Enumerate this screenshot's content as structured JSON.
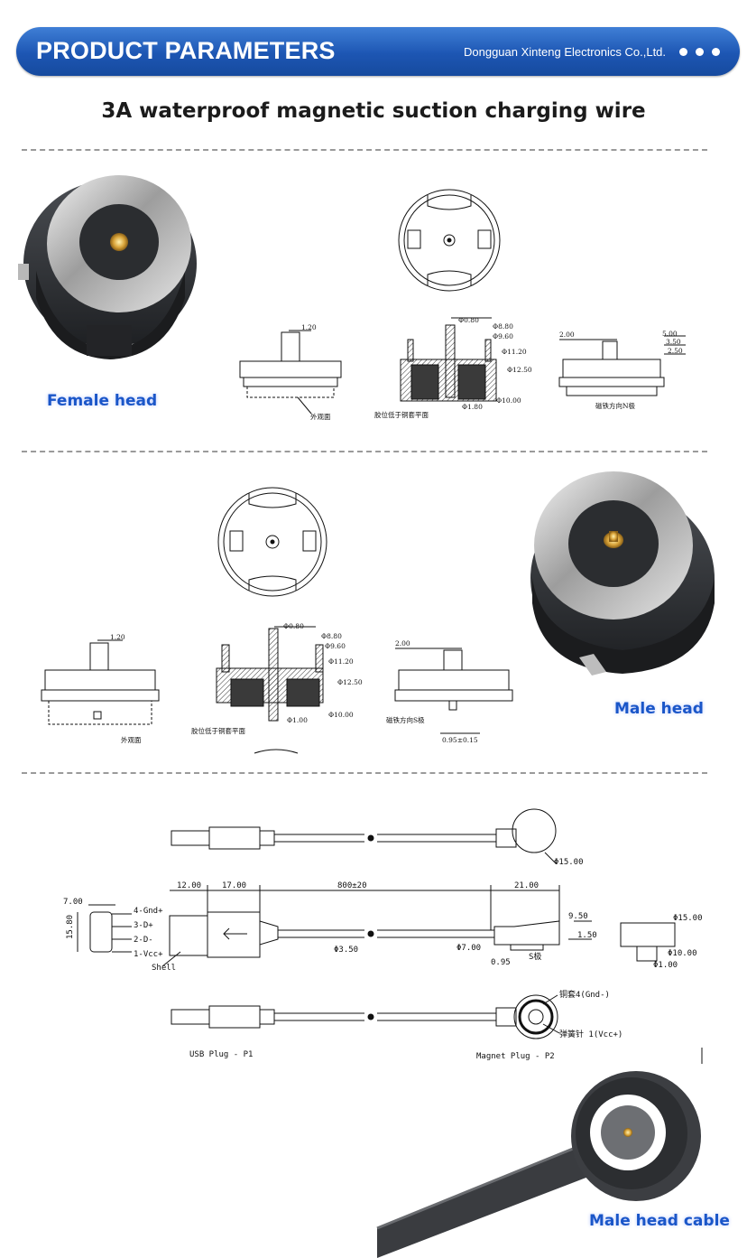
{
  "header": {
    "title": "PRODUCT PARAMETERS",
    "company": "Dongguan Xinteng Electronics Co.,Ltd."
  },
  "page_title": "3A waterproof magnetic suction charging wire",
  "female": {
    "label": "Female head",
    "dims": {
      "d1": "1.20",
      "pin": "Φ0.80",
      "a": "Φ8.80",
      "b": "Φ9.60",
      "c": "Φ11.20",
      "d": "Φ12.50",
      "e": "Φ10.00",
      "f": "Φ1.80",
      "side1": "2.00",
      "side2": "5.00",
      "side3": "3.50",
      "side4": "2.50"
    },
    "notes": {
      "surface": "外观面",
      "glue": "胶位低于铜套平面",
      "magnet": "磁铁方向N极"
    }
  },
  "male": {
    "label": "Male head",
    "dims": {
      "d1": "1.20",
      "pin": "Φ0.80",
      "a": "Φ8.80",
      "b": "Φ9.60",
      "c": "Φ11.20",
      "d": "Φ12.50",
      "e": "Φ10.00",
      "f": "Φ1.00",
      "side1": "2.00",
      "side2": "0.95±0.15"
    },
    "notes": {
      "surface": "外观面",
      "glue": "胶位低于铜套平面",
      "magnet": "磁铁方向S极"
    }
  },
  "cable": {
    "label": "Male head cable",
    "dims": {
      "head": "Φ15.00",
      "usb_len": "12.00",
      "sleeve": "17.00",
      "length": "800±20",
      "plug_len": "21.00",
      "h1": "9.50",
      "h2": "1.50",
      "wire": "Φ3.50",
      "boot": "Φ7.00",
      "off": "0.95",
      "width": "7.00",
      "height": "15.80",
      "top": "Φ15.00",
      "mid": "Φ10.00",
      "pin": "Φ1.00"
    },
    "pins": [
      "4-Gnd+",
      "3-D+",
      "2-D-",
      "1-Vcc+"
    ],
    "shell": "Shell",
    "s_pole": "S极",
    "copper": "铜套4(Gnd-)",
    "spring": "弹簧针 1(Vcc+)",
    "usb_plug": "USB Plug - P1",
    "magnet_plug": "Magnet Plug - P2"
  }
}
